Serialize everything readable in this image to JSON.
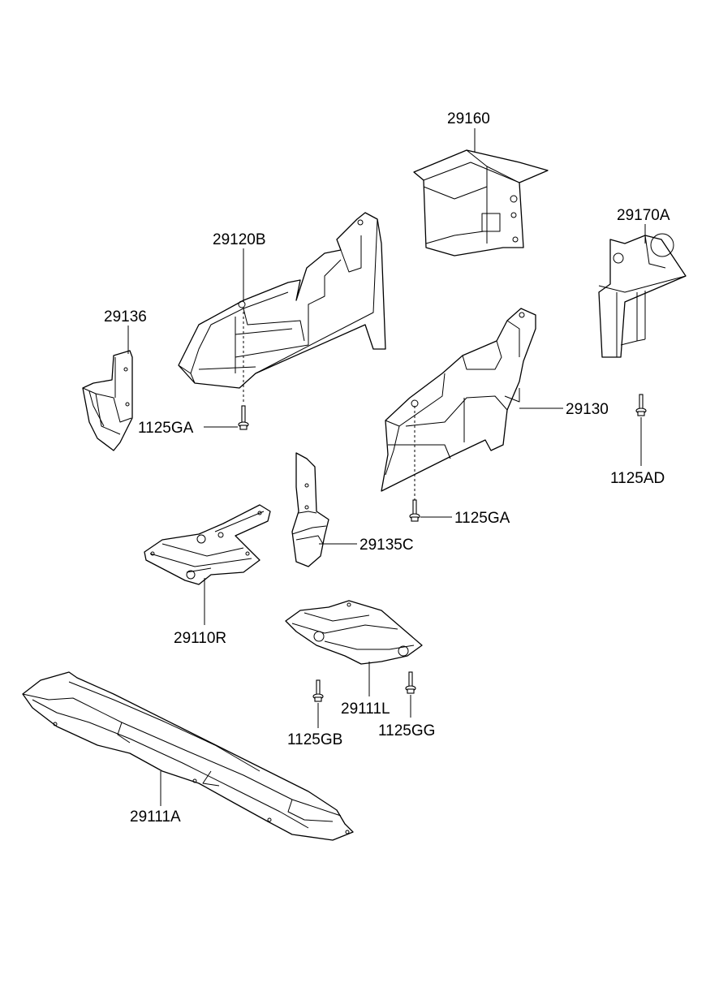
{
  "parts": {
    "p29160": "29160",
    "p29170A": "29170A",
    "p29120B": "29120B",
    "p29136": "29136",
    "p29130": "29130",
    "p1125GA_left": "1125GA",
    "p1125AD": "1125AD",
    "p1125GA_right": "1125GA",
    "p29135C": "29135C",
    "p29110R": "29110R",
    "p29111L": "29111L",
    "p1125GB": "1125GB",
    "p1125GG": "1125GG",
    "p29111A": "29111A"
  }
}
